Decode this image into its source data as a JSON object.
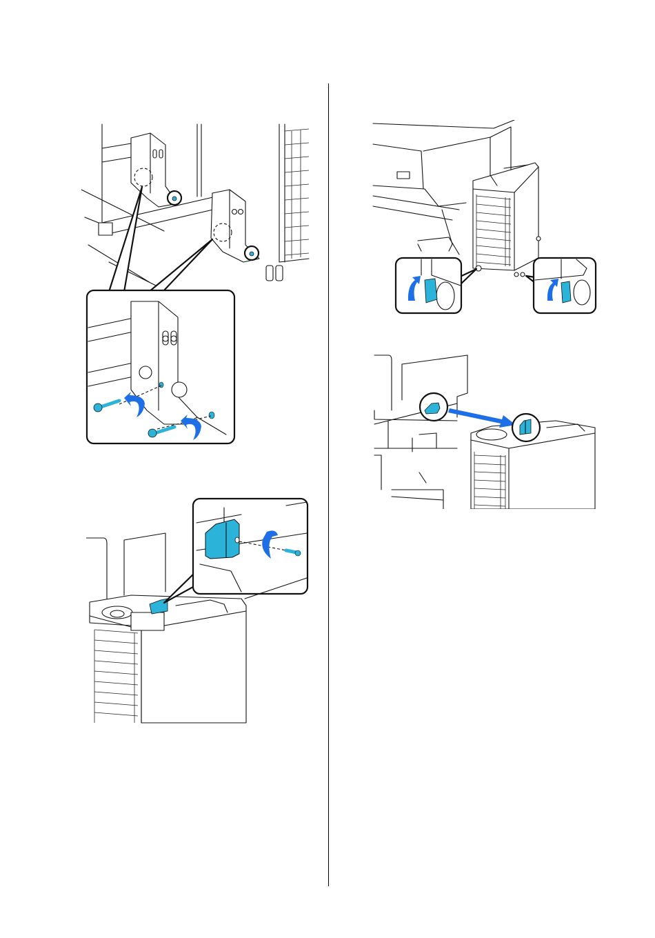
{
  "page": {
    "background": "#ffffff",
    "divider_color": "#000000"
  },
  "colors": {
    "part_cyan": "#2bb3d9",
    "part_cyan_dark": "#1c8fb5",
    "arrow_blue": "#1e6fe6",
    "line_art": "#111111"
  },
  "figures": [
    {
      "id": "fig-1",
      "subject": "stand-brackets-screws-callout",
      "icons": [
        "screw-icon",
        "rotate-arrow-icon"
      ]
    },
    {
      "id": "fig-2",
      "subject": "cabinet-top-spacer-screw-callout",
      "icons": [
        "spacer-part-icon",
        "screw-icon",
        "rotate-arrow-icon"
      ]
    },
    {
      "id": "fig-3",
      "subject": "cabinet-caster-lock-callouts",
      "icons": [
        "caster-lock-icon",
        "rotate-arrow-icon"
      ]
    },
    {
      "id": "fig-4",
      "subject": "move-spacer-to-cabinet",
      "icons": [
        "spacer-part-icon",
        "move-arrow-icon"
      ]
    }
  ]
}
